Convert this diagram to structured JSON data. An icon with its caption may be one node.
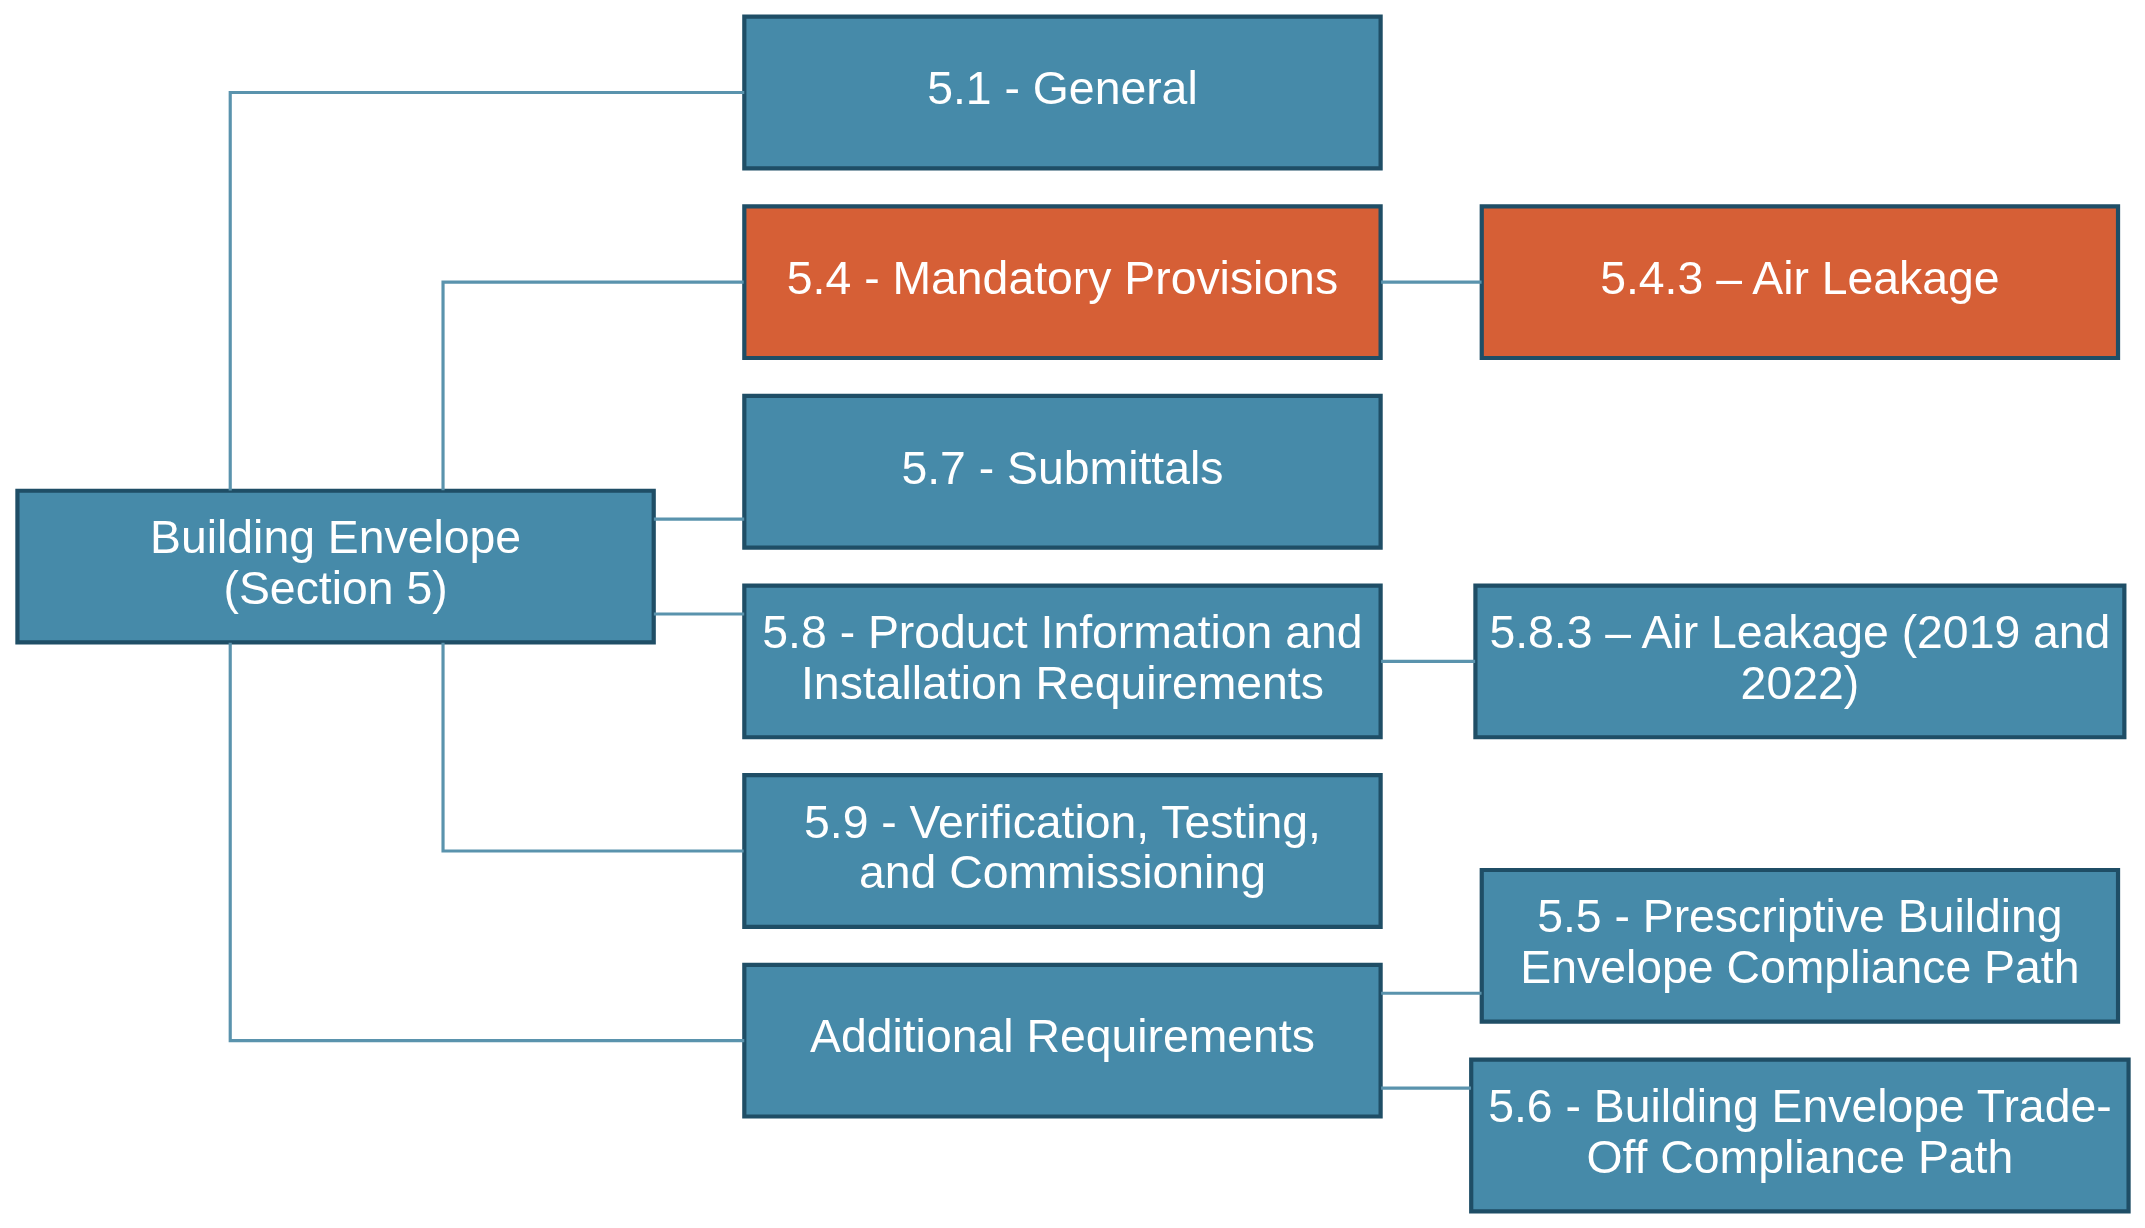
{
  "diagram": {
    "nodes": [
      {
        "text": [
          "Building Envelope (Section 5)"
        ]
      },
      {
        "text": [
          "5.1 - General"
        ]
      },
      {
        "text": [
          "5.4 - Mandatory Provisions"
        ]
      },
      {
        "text": [
          "5.4.3 – Air Leakage"
        ]
      },
      {
        "text": [
          "5.7 - Submittals"
        ]
      },
      {
        "text": [
          "5.8 - Product Information and Installation Requirements"
        ]
      },
      {
        "text": [
          "5.8.3 – Air Leakage (2019 and 2022)"
        ]
      },
      {
        "text": [
          "5.9 - Verification, Testing, and Commissioning"
        ]
      },
      {
        "text": [
          "Additional Requirements"
        ]
      },
      {
        "text": [
          "5.5 - Prescriptive Building Envelope Compliance Path"
        ]
      },
      {
        "text": [
          "5.6 - Building Envelope Trade-Off Compliance Path"
        ]
      }
    ],
    "edges": [
      {
        "from": 0,
        "to": 1,
        "arrow": "none"
      },
      {
        "from": 0,
        "to": 2,
        "arrow": "none"
      },
      {
        "from": 2,
        "to": 3,
        "arrow": "none"
      },
      {
        "from": 0,
        "to": 4,
        "arrow": "none"
      },
      {
        "from": 0,
        "to": 5,
        "arrow": "none"
      },
      {
        "from": 5,
        "to": 6,
        "arrow": "none"
      },
      {
        "from": 0,
        "to": 7,
        "arrow": "none"
      },
      {
        "from": 0,
        "to": 8,
        "arrow": "none"
      },
      {
        "from": 8,
        "to": 9,
        "arrow": "none"
      },
      {
        "from": 8,
        "to": 10,
        "arrow": "none"
      }
    ]
  }
}
